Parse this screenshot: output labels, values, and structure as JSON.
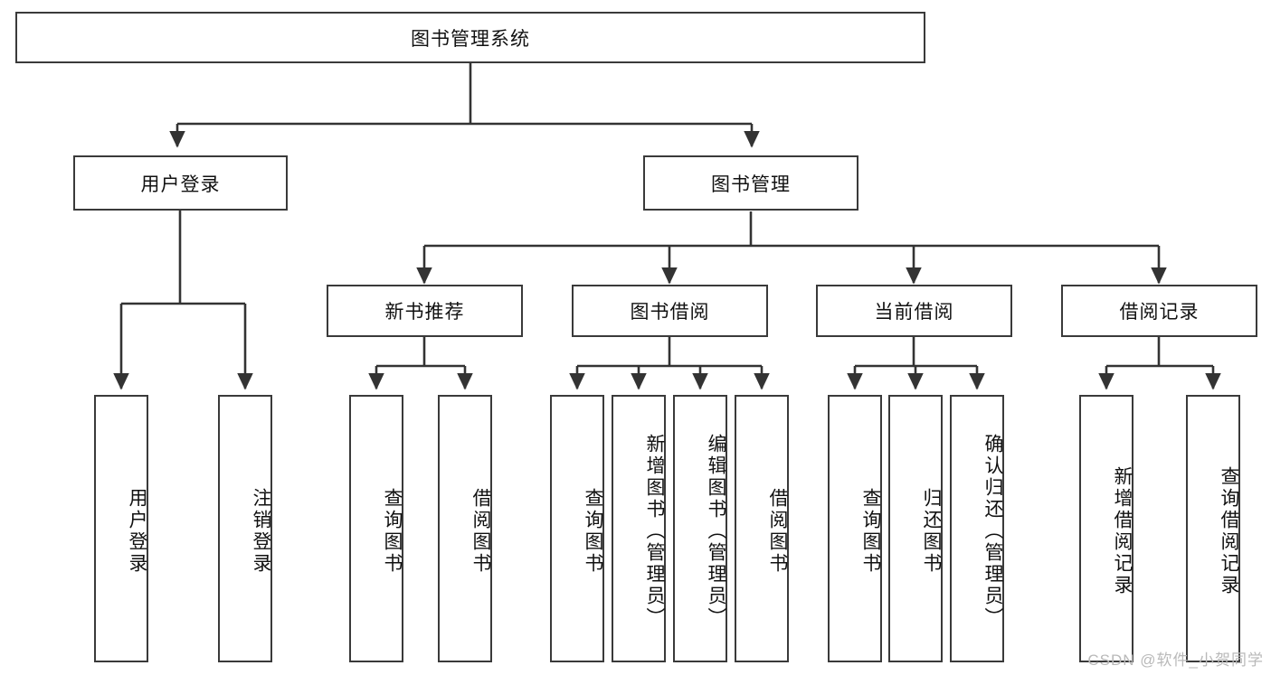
{
  "diagram": {
    "title": "图书管理系统",
    "watermark": "CSDN @软件_小贺同学",
    "colors": {
      "background": "#ffffff",
      "box_border": "#3a3a3a",
      "text": "#111111",
      "connector": "#333333",
      "watermark": "#b9b9b9"
    },
    "root": {
      "label": "图书管理系统"
    },
    "level2": [
      {
        "label": "用户登录"
      },
      {
        "label": "图书管理"
      }
    ],
    "level3": [
      {
        "label": "新书推荐"
      },
      {
        "label": "图书借阅"
      },
      {
        "label": "当前借阅"
      },
      {
        "label": "借阅记录"
      }
    ],
    "leaves": {
      "user_login": [
        {
          "label": "用户登录"
        },
        {
          "label": "注销登录"
        }
      ],
      "new_book_recommend": [
        {
          "label": "查询图书"
        },
        {
          "label": "借阅图书"
        }
      ],
      "book_borrow": [
        {
          "label": "查询图书"
        },
        {
          "label": "新增图书（管理员）"
        },
        {
          "label": "编辑图书（管理员）"
        },
        {
          "label": "借阅图书"
        }
      ],
      "current_borrow": [
        {
          "label": "查询图书"
        },
        {
          "label": "归还图书"
        },
        {
          "label": "确认归还（管理员）"
        }
      ],
      "borrow_record": [
        {
          "label": "新增借阅记录"
        },
        {
          "label": "查询借阅记录"
        }
      ]
    }
  }
}
